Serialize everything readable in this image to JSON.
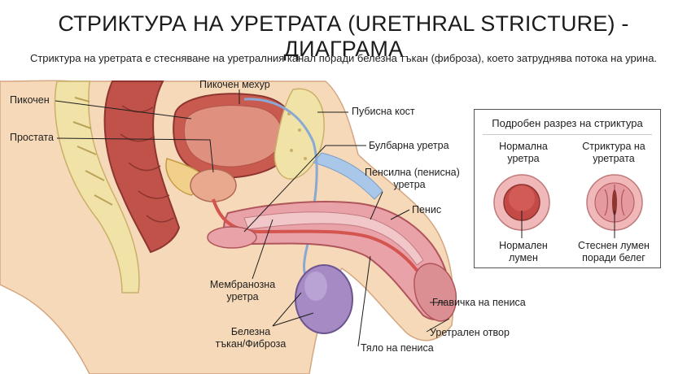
{
  "title": "СТРИКТУРА НА УРЕТРАТА (URETHRAL STRICTURE) - ДИАГРАМА",
  "subtitle": "Стриктура на уретрата е стесняване на уретралния канал поради белезна тъкан (фиброза), което затруднява потока на урина.",
  "labels": {
    "bladder": "Пикочен мехур",
    "ureter": "Пикочен",
    "prostate": "Простата",
    "pubic_bone": "Пубисна кост",
    "bulbar_urethra": "Булбарна уретра",
    "penile_urethra_line1": "Пенсилна (пенисна)",
    "penile_urethra_line2": "уретра",
    "penis": "Пенис",
    "membranous_line1": "Мембранозна",
    "membranous_line2": "уретра",
    "scar_line1": "Белезна",
    "scar_line2": "тъкан/Фиброза",
    "glans": "Главичка на пениса",
    "meatus": "Уретрален отвор",
    "shaft": "Тяло на пениса"
  },
  "inset": {
    "title": "Подробен разрез на стриктура",
    "normal_line1": "Нормална",
    "normal_line2": "уретра",
    "stricture_line1": "Стриктура на",
    "stricture_line2": "уретрата",
    "normal_lumen_line1": "Нормален",
    "normal_lumen_line2": "лумен",
    "narrow_lumen_line1": "Стеснен лумен",
    "narrow_lumen_line2": "поради белег"
  },
  "colors": {
    "skin": "#f6d9b8",
    "bone": "#f1e3a8",
    "bladder": "#c85a4f",
    "rectum": "#c0524a",
    "scrotum": "#a58ac4",
    "tissue_pink": "#e8a2a8",
    "urethra_red": "#d4554f"
  }
}
